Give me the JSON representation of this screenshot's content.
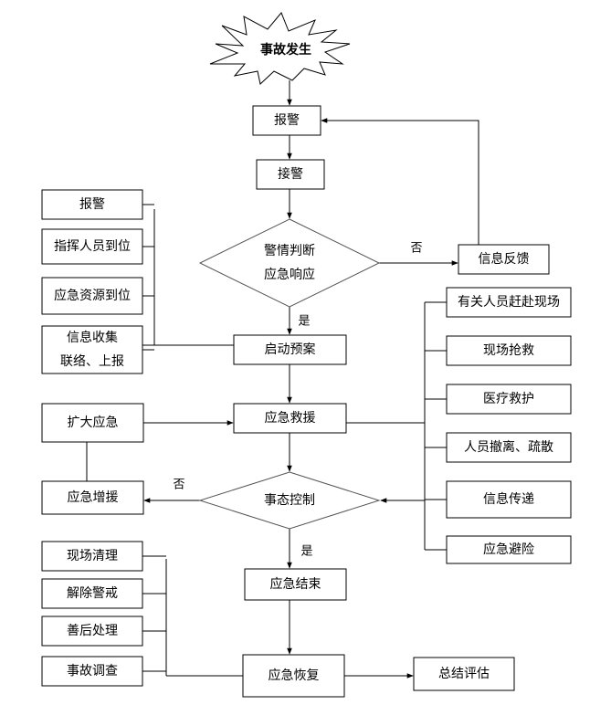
{
  "title": "事故应急救援流程图",
  "start": {
    "label": "事故发生"
  },
  "main_flow": {
    "report": "报警",
    "receive": "接警",
    "judge": [
      "警情判断",
      "应急响应"
    ],
    "feedback": "信息反馈",
    "activate_plan": "启动预案",
    "rescue": "应急救援",
    "control": "事态控制",
    "reinforce": "应急增援",
    "expand": "扩大应急",
    "end": "应急结束",
    "recover": "应急恢复",
    "evaluate": "总结评估"
  },
  "edge_labels": {
    "no_judge": "否",
    "yes_judge": "是",
    "no_control": "否",
    "yes_control": "是"
  },
  "left_group_top": [
    {
      "label": "报警"
    },
    {
      "label": "指挥人员到位"
    },
    {
      "label": "应急资源到位"
    },
    {
      "label": [
        "信息收集",
        "联络、上报"
      ]
    }
  ],
  "right_group": [
    {
      "label": "有关人员赶赴现场"
    },
    {
      "label": "现场抢救"
    },
    {
      "label": "医疗救护"
    },
    {
      "label": "人员撤离、疏散"
    },
    {
      "label": "信息传递"
    },
    {
      "label": "应急避险"
    }
  ],
  "left_group_bottom": [
    {
      "label": "现场清理"
    },
    {
      "label": "解除警戒"
    },
    {
      "label": "善后处理"
    },
    {
      "label": "事故调查"
    }
  ]
}
